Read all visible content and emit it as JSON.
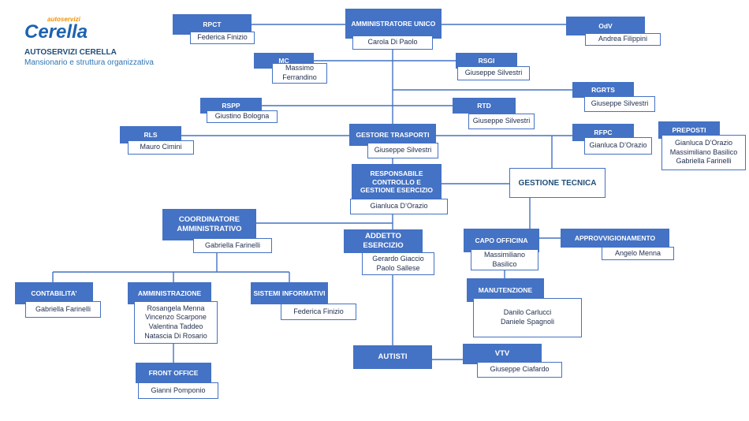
{
  "header": {
    "logo_top": "autoservizi",
    "logo_main": "Cerella",
    "company": "AUTOSERVIZI CERELLA",
    "subtitle": "Mansionario e struttura organizzativa"
  },
  "colors": {
    "header_fill": "#4472C4",
    "line": "#4472C4",
    "logo_blue": "#1E62B0",
    "logo_orange": "#F39200"
  },
  "roles": {
    "amministratore": {
      "title": "AMMINISTRATORE UNICO",
      "names": [
        "Carola Di Paolo"
      ]
    },
    "rpct": {
      "title": "RPCT",
      "names": [
        "Federica Finizio"
      ]
    },
    "odv": {
      "title": "OdV",
      "names": [
        "Andrea Filippini"
      ]
    },
    "mc": {
      "title": "MC",
      "names": [
        "Massimo",
        "Ferrandino"
      ]
    },
    "rsgi": {
      "title": "RSGI",
      "names": [
        "Giuseppe Silvestri"
      ]
    },
    "rgrts": {
      "title": "RGRTS",
      "names": [
        "Giuseppe Silvestri"
      ]
    },
    "rspp": {
      "title": "RSPP",
      "names": [
        "Giustino Bologna"
      ]
    },
    "rtd": {
      "title": "RTD",
      "names": [
        "Giuseppe Silvestri"
      ]
    },
    "rls": {
      "title": "RLS",
      "names": [
        "Mauro Cimini"
      ]
    },
    "gestore": {
      "title": "GESTORE TRASPORTI",
      "names": [
        "Giuseppe Silvestri"
      ]
    },
    "rfpc": {
      "title": "RFPC",
      "names": [
        "Gianluca D’Orazio"
      ]
    },
    "preposti": {
      "title": "PREPOSTI",
      "names": [
        "Gianluca D’Orazio",
        "Massimiliano Basilico",
        "Gabriella Farinelli"
      ]
    },
    "responsabile": {
      "title": "RESPONSABILE CONTROLLO E GESTIONE ESERCIZIO",
      "names": [
        "Gianluca D’Orazio"
      ]
    },
    "gestione_tecnica": {
      "title": "GESTIONE TECNICA"
    },
    "coordinatore": {
      "title": "COORDINATORE AMMINISTRATIVO",
      "names": [
        "Gabriella Farinelli"
      ]
    },
    "addetto": {
      "title": "ADDETTO ESERCIZIO",
      "names": [
        "Gerardo Giaccio",
        "Paolo Sallese"
      ]
    },
    "capo_officina": {
      "title": "CAPO OFFICINA",
      "names": [
        "Massimiliano",
        "Basilico"
      ]
    },
    "approvvigionamento": {
      "title": "APPROVVIGIONAMENTO",
      "names": [
        "Angelo Menna"
      ]
    },
    "contabilita": {
      "title": "CONTABILITA’",
      "names": [
        "Gabriella Farinelli"
      ]
    },
    "amministrazione": {
      "title": "AMMINISTRAZIONE",
      "names": [
        "Rosangela Menna",
        "Vincenzo Scarpone",
        "Valentina Taddeo",
        "Natascia Di Rosario"
      ]
    },
    "sistemi": {
      "title": "SISTEMI INFORMATIVI",
      "names": [
        "Federica Finizio"
      ]
    },
    "manutenzione": {
      "title": "MANUTENZIONE",
      "names": [
        "Danilo Carlucci",
        "Daniele Spagnoli"
      ]
    },
    "front_office": {
      "title": "FRONT OFFICE",
      "names": [
        "Gianni Pomponio"
      ]
    },
    "autisti": {
      "title": "AUTISTI"
    },
    "vtv": {
      "title": "VTV",
      "names": [
        "Giuseppe Ciafardo"
      ]
    }
  }
}
